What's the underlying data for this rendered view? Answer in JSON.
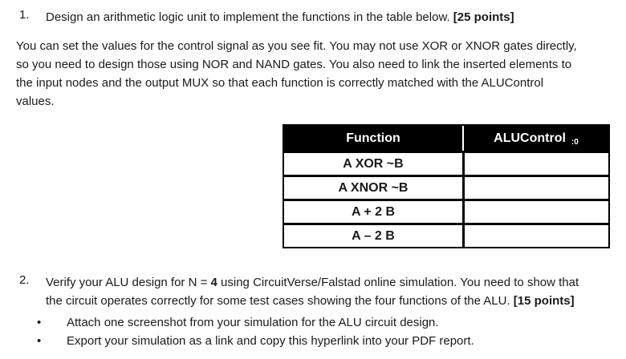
{
  "item1": {
    "number": "1.",
    "text": "Design an arithmetic logic unit to implement the functions in the table below. ",
    "points": "[25 points]"
  },
  "paragraph": {
    "lines": [
      "You can set the values for the control signal as you see fit. You may not use XOR or XNOR gates directly,",
      "so you need to design those using NOR and NAND gates. You also need to link the inserted elements to",
      "the input nodes and the output MUX so that each function is correctly matched with the ALUControl",
      "values."
    ]
  },
  "table": {
    "header_function": "Function",
    "header_alucontrol": "ALUControl",
    "header_subscript": ":0",
    "rows": [
      "A XOR ~B",
      "A XNOR ~B",
      "A + 2 B",
      "A – 2 B"
    ]
  },
  "item2": {
    "number": "2.",
    "line1_before": "Verify your ALU design for N = ",
    "line1_bold": "4",
    "line1_after": " using CircuitVerse/Falstad online simulation. You need to show that",
    "line2_text": "the circuit operates correctly for some test cases showing the four functions of the ALU. ",
    "line2_points": "[15 points]"
  },
  "bullets": {
    "glyph": "•",
    "items": [
      "Attach one screenshot from your simulation for the ALU circuit design.",
      "Export your simulation as a link and copy this hyperlink into your PDF report."
    ]
  },
  "colors": {
    "text": "#1a1a1a",
    "table_header_bg": "#000000",
    "table_header_text": "#ffffff",
    "table_border": "#000000",
    "page_bg": "#ffffff"
  }
}
